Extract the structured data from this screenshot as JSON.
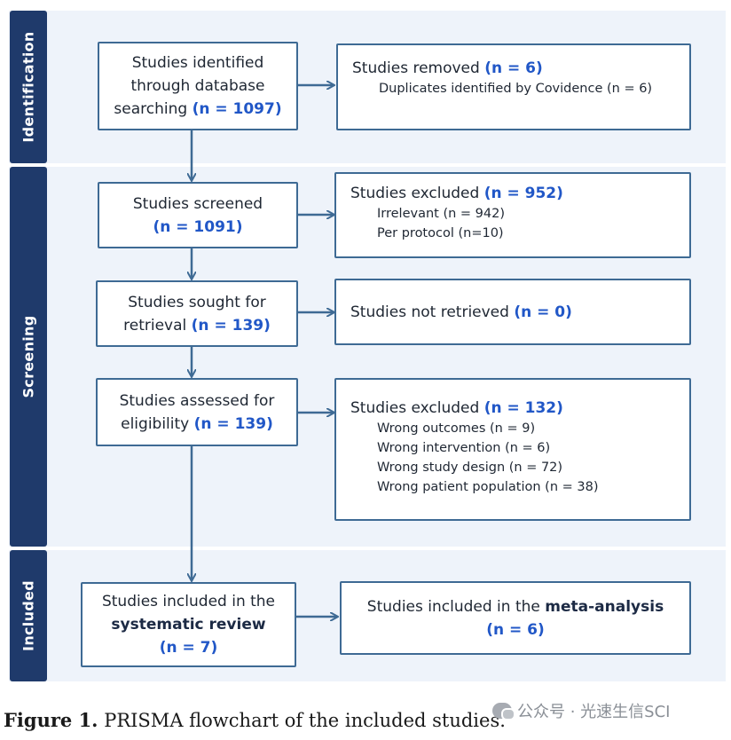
{
  "sections": {
    "identification": "Identification",
    "screening": "Screening",
    "included": "Included"
  },
  "boxes": {
    "identified": {
      "line1": "Studies identified",
      "line2": "through database",
      "line3": "searching",
      "count": "(n = 1097)"
    },
    "removed": {
      "title": "Studies removed",
      "count": "(n = 6)",
      "items": [
        "Duplicates identified by Covidence (n = 6)"
      ]
    },
    "screened": {
      "line1": "Studies screened",
      "count": "(n = 1091)"
    },
    "excluded_screen": {
      "title": "Studies excluded",
      "count": "(n = 952)",
      "items": [
        "Irrelevant (n = 942)",
        "Per protocol (n=10)"
      ]
    },
    "sought": {
      "line1": "Studies sought for",
      "line2": "retrieval",
      "count": "(n = 139)"
    },
    "not_retrieved": {
      "title": "Studies not retrieved",
      "count": "(n = 0)"
    },
    "assessed": {
      "line1": "Studies assessed for",
      "line2": "eligibility",
      "count": "(n = 139)"
    },
    "excluded_elig": {
      "title": "Studies excluded",
      "count": "(n = 132)",
      "items": [
        "Wrong outcomes (n = 9)",
        "Wrong intervention (n = 6)",
        "Wrong study design (n = 72)",
        "Wrong patient population (n = 38)"
      ]
    },
    "included_review": {
      "line1": "Studies included in the",
      "line2": "systematic review",
      "count": "(n = 7)"
    },
    "included_meta": {
      "line1": "Studies included in the",
      "line1_bold": "meta-analysis",
      "count": "(n = 6)"
    }
  },
  "caption": {
    "label": "Figure 1.",
    "text": "PRISMA flowchart of the included studies."
  },
  "watermark": {
    "text": "公众号 · 光速生信SCI"
  },
  "colors": {
    "sidebar": "#1f3a6b",
    "band": "#eef3fa",
    "border": "#3e6a94",
    "count_blue": "#2157c7",
    "arrow": "#3e6a94"
  }
}
